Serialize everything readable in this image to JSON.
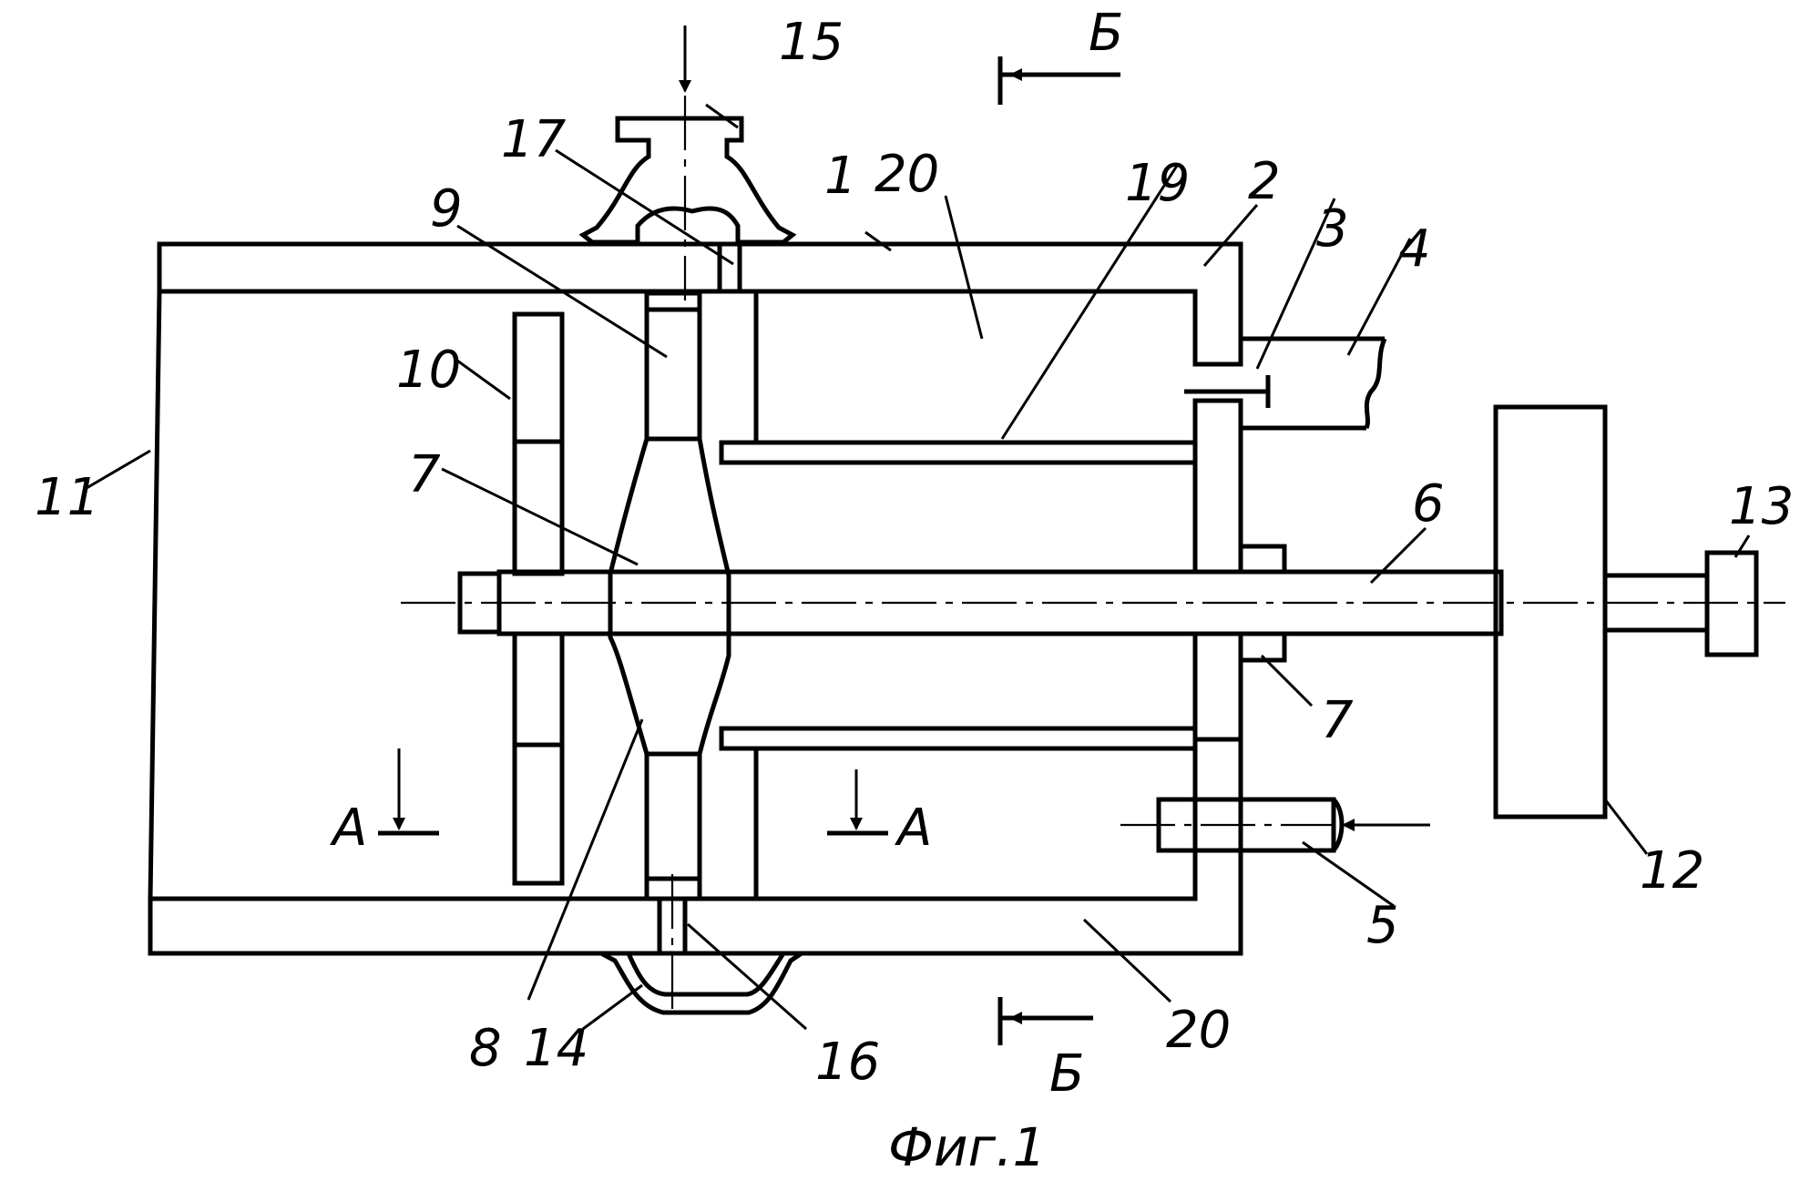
{
  "figure": {
    "caption": "Фиг.1",
    "part_labels": {
      "p1": "1",
      "p2": "2",
      "p3": "3",
      "p4": "4",
      "p5": "5",
      "p6": "6",
      "p7_left": "7",
      "p7_right": "7",
      "p8": "8",
      "p9": "9",
      "p10": "10",
      "p11": "11",
      "p12": "12",
      "p13": "13",
      "p14": "14",
      "p15": "15",
      "p16": "16",
      "p17": "17",
      "p19": "19",
      "p20_top": "20",
      "p20_bottom": "20"
    },
    "section_marks": {
      "b_top": "Б",
      "b_bottom": "Б",
      "a_left": "A",
      "a_right": "A"
    }
  },
  "colors": {
    "ink": "#000000",
    "paper": "#ffffff"
  }
}
